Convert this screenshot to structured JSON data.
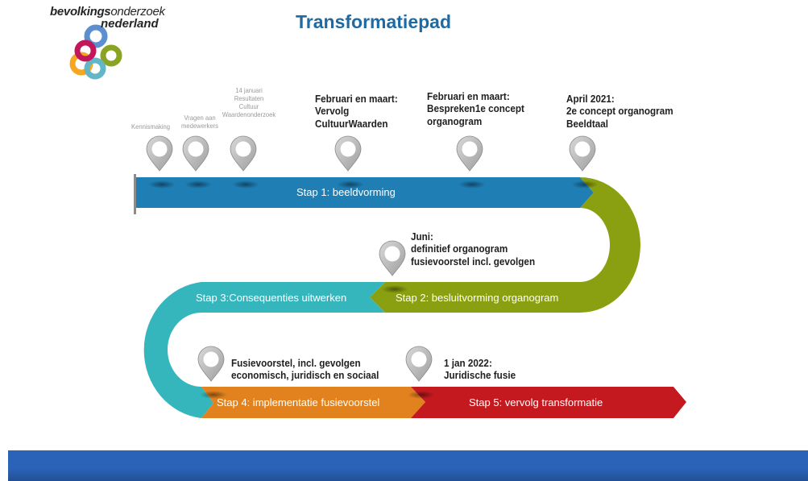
{
  "logo": {
    "line1_bold": "bevolkings",
    "line1_rest": "onderzoek",
    "line2": "nederland",
    "colors": [
      "#5b8fd0",
      "#8aa323",
      "#c2185b",
      "#f5a623",
      "#62b6c8"
    ]
  },
  "title": "Transformatiepad",
  "stages": [
    {
      "label": "Stap 1: beeldvorming",
      "color": "#1f7fb5"
    },
    {
      "label": "Stap 2: besluitvorming organogram",
      "color": "#8aa011"
    },
    {
      "label": "Stap 3:Consequenties uitwerken",
      "color": "#35b6bd"
    },
    {
      "label": "Stap 4: implementatie fusievoorstel",
      "color": "#e2821e"
    },
    {
      "label": "Stap 5: vervolg transformatie",
      "color": "#c41a1f"
    }
  ],
  "milestones": [
    {
      "text": "Kennismaking",
      "style": "small"
    },
    {
      "text": "Vragen aan\nmedewerkers",
      "style": "small"
    },
    {
      "text": "14 januari\nResultaten\nCultuur\nWaardenonderzoek",
      "style": "small"
    },
    {
      "text": "Februari en maart:\nVervolg\nCultuurWaarden",
      "style": "big"
    },
    {
      "text": "Februari en maart:\nBespreken1e concept\norganogram",
      "style": "big"
    },
    {
      "text": "April 2021:\n2e concept organogram\nBeeldtaal",
      "style": "big"
    },
    {
      "text": "Juni:\ndefinitief organogram\nfusievoorstel incl. gevolgen",
      "style": "big"
    },
    {
      "text": "Fusievoorstel,  incl. gevolgen\neconomisch, juridisch en sociaal",
      "style": "big"
    },
    {
      "text": "1 jan 2022:\nJuridische fusie",
      "style": "big"
    }
  ],
  "footer": {
    "color": "#2b63b8"
  }
}
